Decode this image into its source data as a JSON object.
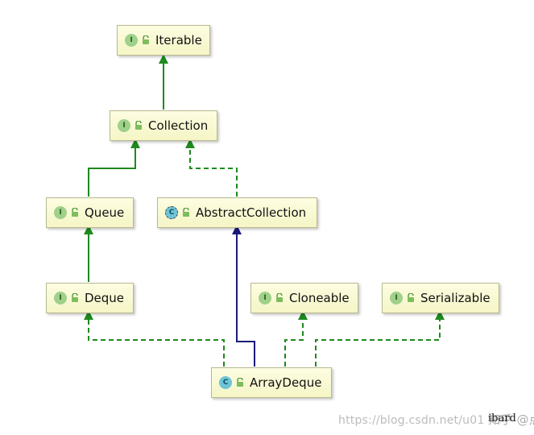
{
  "diagram": {
    "colors": {
      "interface_edge": "#1e8a1e",
      "class_edge": "#1a1a7a",
      "node_fill": "#f7f7cf",
      "node_border": "#b8b890",
      "interface_badge": "#9fd18b",
      "class_badge": "#6fc4d6"
    },
    "nodes": [
      {
        "id": "iterable",
        "label": "Iterable",
        "kind": "interface",
        "badge": "I",
        "icon": "unlocked-icon"
      },
      {
        "id": "collection",
        "label": "Collection",
        "kind": "interface",
        "badge": "I",
        "icon": "unlocked-icon"
      },
      {
        "id": "queue",
        "label": "Queue",
        "kind": "interface",
        "badge": "I",
        "icon": "unlocked-icon"
      },
      {
        "id": "abstractcollection",
        "label": "AbstractCollection",
        "kind": "abstract",
        "badge": "C",
        "icon": "unlocked-icon"
      },
      {
        "id": "deque",
        "label": "Deque",
        "kind": "interface",
        "badge": "I",
        "icon": "unlocked-icon"
      },
      {
        "id": "cloneable",
        "label": "Cloneable",
        "kind": "interface",
        "badge": "I",
        "icon": "unlocked-icon"
      },
      {
        "id": "serializable",
        "label": "Serializable",
        "kind": "interface",
        "badge": "I",
        "icon": "unlocked-icon"
      },
      {
        "id": "arraydeque",
        "label": "ArrayDeque",
        "kind": "class",
        "badge": "C",
        "icon": "unlocked-icon"
      }
    ],
    "edges": [
      {
        "from": "collection",
        "to": "iterable",
        "style": "extends-interface"
      },
      {
        "from": "queue",
        "to": "collection",
        "style": "extends-interface"
      },
      {
        "from": "abstractcollection",
        "to": "collection",
        "style": "implements"
      },
      {
        "from": "deque",
        "to": "queue",
        "style": "extends-interface"
      },
      {
        "from": "arraydeque",
        "to": "abstractcollection",
        "style": "extends-class"
      },
      {
        "from": "arraydeque",
        "to": "deque",
        "style": "implements"
      },
      {
        "from": "arraydeque",
        "to": "cloneable",
        "style": "implements"
      },
      {
        "from": "arraydeque",
        "to": "serializable",
        "style": "implements"
      }
    ]
  },
  "watermark": {
    "url": "https://blog.csdn.net/u01",
    "brand": "知乎 @点点"
  },
  "corner_text": "ibard"
}
